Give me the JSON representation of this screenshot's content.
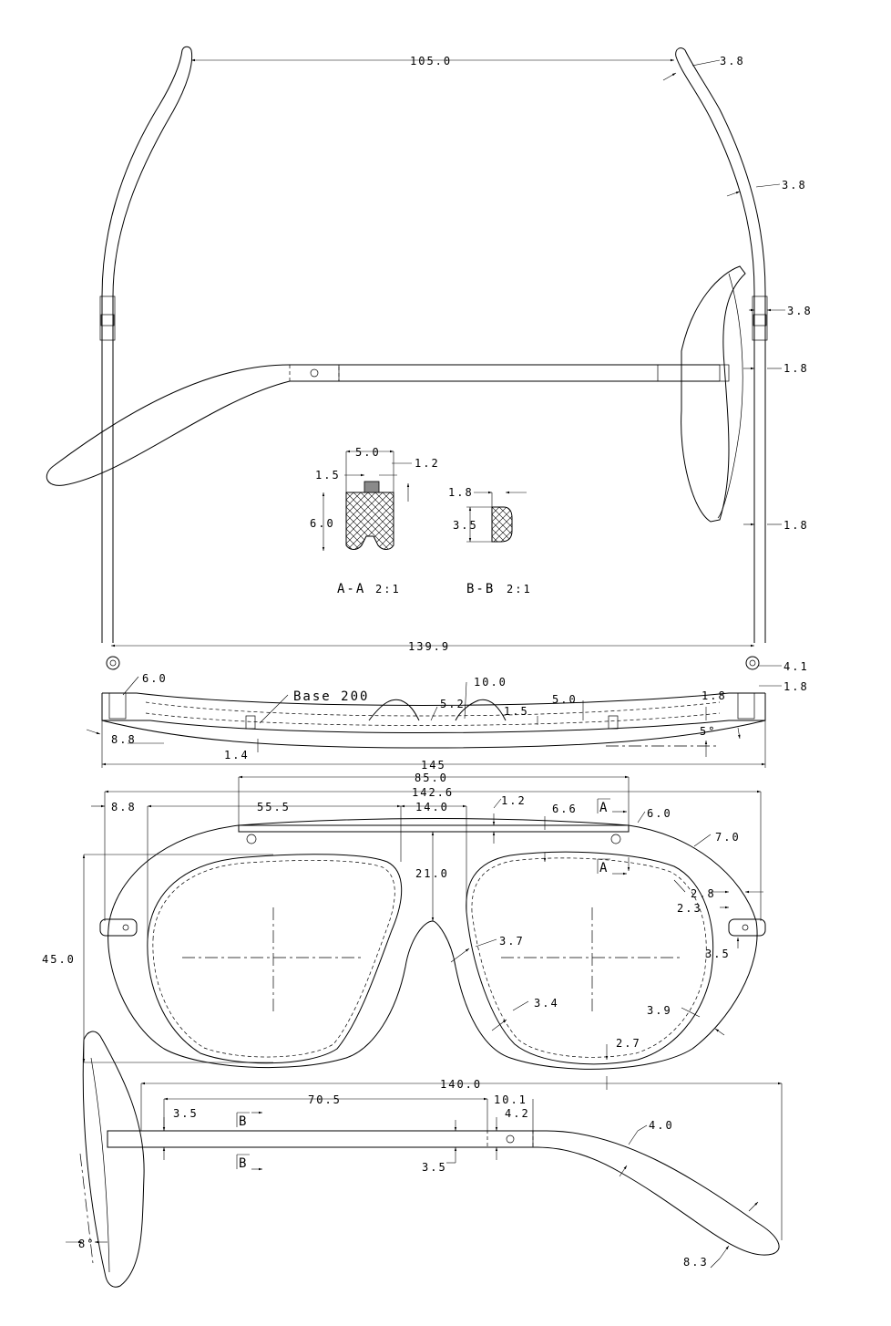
{
  "top_view": {
    "dims": {
      "temple_span": "105.0",
      "temple_width_1": "3.8",
      "temple_width_2": "3.8",
      "temple_width_3": "3.8",
      "temple_thick_1": "1.8",
      "temple_thick_2": "1.8",
      "hinge_span": "139.9",
      "hinge_dim": "4.1",
      "hinge_dim_2": "1.8",
      "lug_6": "6.0",
      "base_curve": "Base 200",
      "bridge_5_2": "5.2",
      "bridge_10": "10.0",
      "bridge_1_5": "1.5",
      "rim_5": "5.0",
      "rim_1_8": "1.8",
      "angle_5": "5°",
      "left_8_8": "8.8",
      "left_1_4": "1.4",
      "overall_145": "145"
    }
  },
  "sections": {
    "aa": {
      "label": "A-A",
      "scale": "2:1",
      "width": "5.0",
      "groove": "1.2",
      "lip": "1.5",
      "height": "6.0"
    },
    "bb": {
      "label": "B-B",
      "scale": "2:1",
      "width": "1.8",
      "height": "3.5"
    }
  },
  "front_view": {
    "dims": {
      "bridge_span": "85.0",
      "overall_width": "142.6",
      "left_8_8": "8.8",
      "lens_55_5": "55.5",
      "bridge_14": "14.0",
      "rim_1_2": "1.2",
      "rim_6_6": "6.6",
      "section_a": "A",
      "lug_6": "6.0",
      "rim_7": "7.0",
      "section_a_2": "A",
      "bridge_height": "21.0",
      "lug_2_8": "2.8",
      "lug_2_3": "2.3",
      "height_45": "45.0",
      "rim_3_7": "3.7",
      "lug_3_5": "3.5",
      "rim_3_4": "3.4",
      "rim_3_9": "3.9",
      "rim_2_7": "2.7"
    }
  },
  "side_view": {
    "dims": {
      "temple_length": "140.0",
      "temple_70_5": "70.5",
      "temple_10_1": "10.1",
      "temple_3_5": "3.5",
      "section_b": "B",
      "temple_4_2": "4.2",
      "temple_4": "4.0",
      "section_b_2": "B",
      "temple_3_5b": "3.5",
      "tilt": "8°",
      "tip": "8.3"
    }
  }
}
